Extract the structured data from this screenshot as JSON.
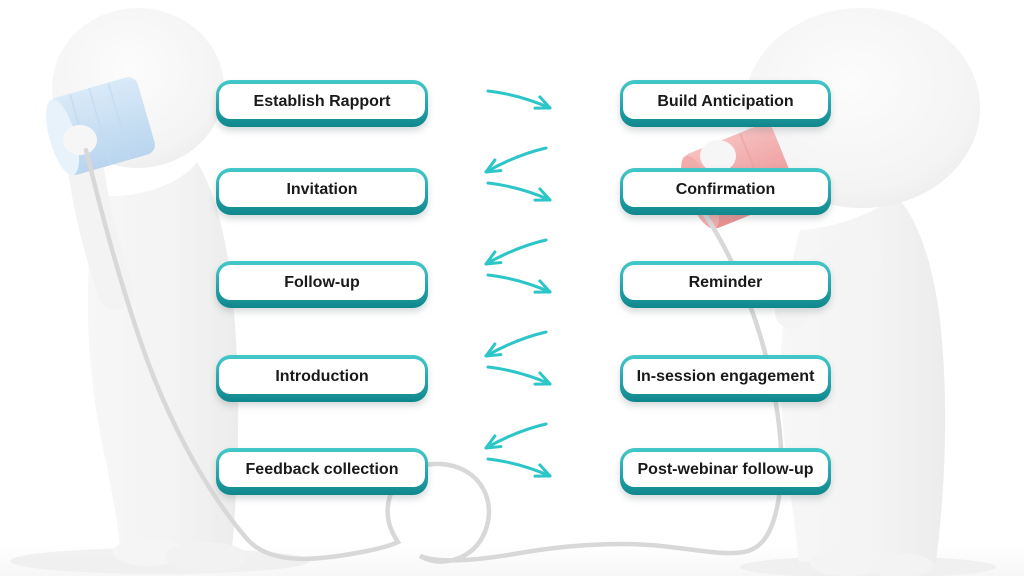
{
  "diagram": {
    "left_column": [
      "Establish Rapport",
      "Invitation",
      "Follow-up",
      "Introduction",
      "Feedback collection"
    ],
    "right_column": [
      "Build Anticipation",
      "Confirmation",
      "Reminder",
      "In-session engagement",
      "Post-webinar follow-up"
    ]
  },
  "arrows": {
    "color": "#2CC5C8",
    "sequence": [
      "right",
      "left",
      "right",
      "left",
      "right",
      "left",
      "right",
      "left",
      "right"
    ]
  },
  "colors": {
    "pill_border_top": "#40C8C9",
    "pill_border_bottom": "#0F878C",
    "pill_fill": "#FFFFFF",
    "label_text": "#1A1A1A",
    "cord": "#D8D8D8",
    "left_can": "#C9DFF2",
    "right_can": "#F0A3A3",
    "background": "#FFFFFF"
  }
}
